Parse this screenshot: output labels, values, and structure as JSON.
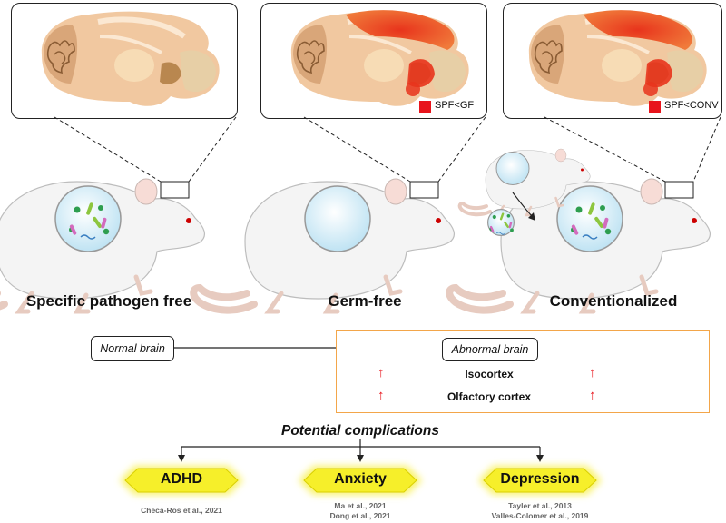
{
  "groups": [
    {
      "name": "Specific pathogen free"
    },
    {
      "name": "Germ-free",
      "legend": "SPF<GF"
    },
    {
      "name": "Conventionalized",
      "legend": "SPF<CONV"
    }
  ],
  "flow": {
    "normal": "Normal brain",
    "abnormal": "Abnormal brain",
    "regions": [
      "Isocortex",
      "Olfactory cortex"
    ]
  },
  "complications": {
    "title": "Potential complications",
    "items": [
      {
        "label": "ADHD",
        "citations": [
          "Checa-Ros et al., 2021"
        ]
      },
      {
        "label": "Anxiety",
        "citations": [
          "Ma et al., 2021",
          "Dong et al., 2021"
        ]
      },
      {
        "label": "Depression",
        "citations": [
          "Tayler et al., 2013",
          "Valles-Colomer et al., 2019"
        ]
      }
    ]
  },
  "colors": {
    "increase": "#e8141c",
    "box_outline": "#f3a64a",
    "hex_fill": "#f6ef2a",
    "brain_base": "#f1c8a0"
  }
}
